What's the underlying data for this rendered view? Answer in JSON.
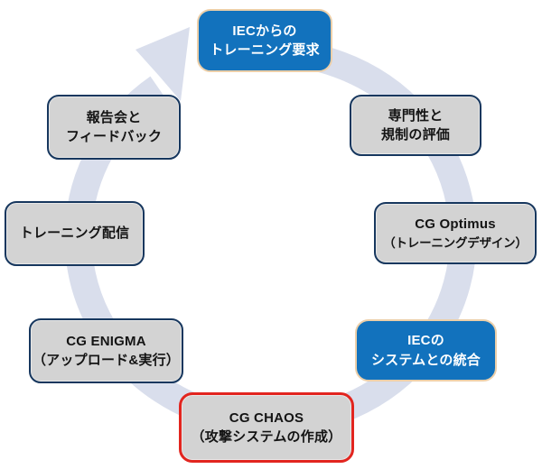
{
  "diagram": {
    "name": "iec-training-cycle",
    "direction": "clockwise",
    "colors": {
      "ring": "#d9deec",
      "blue_fill": "#1272bd",
      "blue_border": "#eccfa9",
      "blue_text": "#ffffff",
      "gray_fill": "#d3d3d3",
      "gray_border": "#17375e",
      "highlight_border": "#e2251f",
      "text": "#141414",
      "background": "#ffffff"
    },
    "nodes": [
      {
        "id": "iec-training-request",
        "emphasis": "blue",
        "lines": [
          "IECからの",
          "トレーニング要求"
        ]
      },
      {
        "id": "expertise-regulation-evaluation",
        "emphasis": "gray",
        "lines": [
          "専門性と",
          "規制の評価"
        ]
      },
      {
        "id": "cg-optimus-training-design",
        "emphasis": "gray",
        "lines": [
          "CG Optimus",
          "（トレーニングデザイン）"
        ]
      },
      {
        "id": "iec-system-integration",
        "emphasis": "blue",
        "lines": [
          "IECの",
          "システムとの統合"
        ]
      },
      {
        "id": "cg-chaos-attack-system-creation",
        "emphasis": "gray-red",
        "lines": [
          "CG CHAOS",
          "（攻撃システムの作成）"
        ]
      },
      {
        "id": "cg-enigma-upload-execute",
        "emphasis": "gray",
        "lines": [
          "CG ENIGMA",
          "（アップロード&実行）"
        ]
      },
      {
        "id": "training-delivery",
        "emphasis": "gray",
        "lines": [
          "トレーニング配信",
          ""
        ]
      },
      {
        "id": "debrief-and-feedback",
        "emphasis": "gray",
        "lines": [
          "報告会と",
          "フィードバック"
        ]
      }
    ]
  }
}
